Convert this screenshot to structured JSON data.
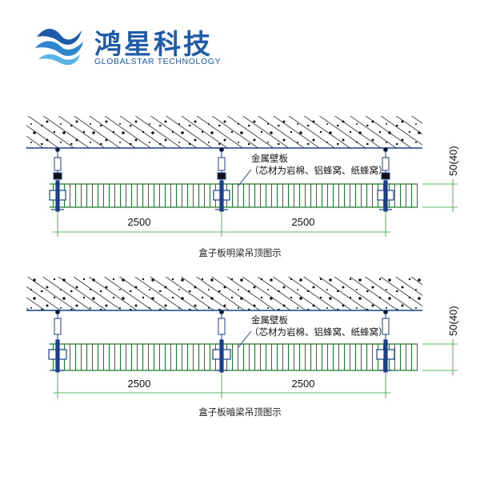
{
  "header": {
    "brand_cn": "鸿星科技",
    "brand_en": "GLOBALSTAR TECHNOLOGY"
  },
  "diagrams": [
    {
      "note_line1": "金属壁板",
      "note_line2": "（芯材为岩棉、铝蜂窝、纸蜂窝）",
      "thickness": "50(40)",
      "span_left": "2500",
      "span_right": "2500",
      "caption": "盒子板明梁吊顶图示"
    },
    {
      "note_line1": "金属壁板",
      "note_line2": "（芯材为岩棉、铝蜂窝、纸蜂窝）",
      "thickness": "50(40)",
      "span_left": "2500",
      "span_right": "2500",
      "caption": "盒子板暗梁吊顶图示"
    }
  ],
  "colors": {
    "brand": "#1f5ba8",
    "panel_line": "#1a7a2a",
    "dimension": "#2e9a3a",
    "slab_edge": "#1b3f8a",
    "hanger": "#1b3f8a"
  }
}
